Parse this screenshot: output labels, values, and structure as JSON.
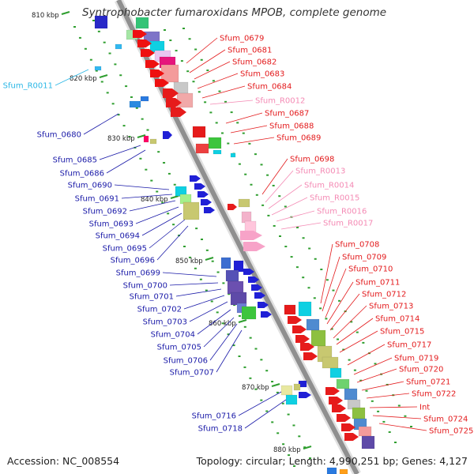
{
  "title": "Syntrophobacter fumaroxidans MPOB, complete genome",
  "accession": "Accession: NC_008554",
  "topology": "Topology: circular; Length: 4,990,251 bp; Genes: 4,127",
  "colors": {
    "label_red": "#e31a1c",
    "label_pink": "#f48ab4",
    "label_blue": "#1a1aa8",
    "label_cyan": "#2ab7e6",
    "backbone": "#8f8f8f",
    "tick_green": "#2f9e2f"
  },
  "kbp_ticks": [
    "810 kbp",
    "820 kbp",
    "830 kbp",
    "840 kbp",
    "850 kbp",
    "860 kbp",
    "870 kbp",
    "880 kbp"
  ],
  "labels_right_red_top": [
    "Sfum_0679",
    "Sfum_0681",
    "Sfum_0682",
    "Sfum_0683",
    "Sfum_0684"
  ],
  "labels_right_pink_top": [
    "Sfum_R0012"
  ],
  "labels_right_red_mid": [
    "Sfum_0687",
    "Sfum_0688",
    "Sfum_0689"
  ],
  "labels_right_red_698": [
    "Sfum_0698"
  ],
  "labels_right_pink_mid": [
    "Sfum_R0013",
    "Sfum_R0014",
    "Sfum_R0015",
    "Sfum_R0016",
    "Sfum_R0017"
  ],
  "labels_right_red_bottom": [
    "Sfum_0708",
    "Sfum_0709",
    "Sfum_0710",
    "Sfum_0711",
    "Sfum_0712",
    "Sfum_0713",
    "Sfum_0714",
    "Sfum_0715",
    "Sfum_0717",
    "Sfum_0719",
    "Sfum_0720",
    "Sfum_0721",
    "Sfum_0722",
    "Int",
    "Sfum_0724",
    "Sfum_0725"
  ],
  "labels_left_cyan": [
    "Sfum_R0011"
  ],
  "labels_left_blue_680": [
    "Sfum_0680"
  ],
  "labels_left_blue_685": [
    "Sfum_0685",
    "Sfum_0686"
  ],
  "labels_left_blue_690": [
    "Sfum_0690",
    "Sfum_0691",
    "Sfum_0692",
    "Sfum_0693",
    "Sfum_0694",
    "Sfum_0695",
    "Sfum_0696"
  ],
  "labels_left_blue_699": [
    "Sfum_0699",
    "Sfum_0700",
    "Sfum_0701",
    "Sfum_0702",
    "Sfum_0703",
    "Sfum_0704",
    "Sfum_0705",
    "Sfum_0706",
    "Sfum_0707"
  ],
  "labels_left_blue_716": [
    "Sfum_0716",
    "Sfum_0718"
  ]
}
